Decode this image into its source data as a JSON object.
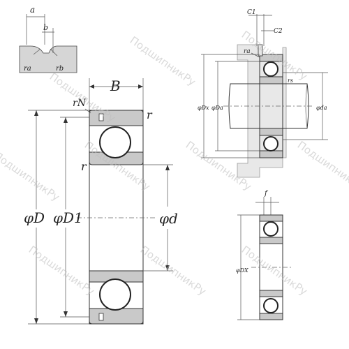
{
  "labels": {
    "a": "a",
    "b": "b",
    "ra": "ra",
    "rb": "rb",
    "B": "B",
    "rN": "rN",
    "r_top": "r",
    "r_inner": "r",
    "phiD": "φD",
    "phiD1": "φD1",
    "phid": "φd",
    "C1": "C1",
    "C2": "C2",
    "ra2": "ra",
    "rs": "rs",
    "phiDx": "φDx",
    "phiDa": "φDa",
    "phida": "φda",
    "f": "f",
    "phiDX": "φDX"
  },
  "watermark": "ПодшипникРу"
}
